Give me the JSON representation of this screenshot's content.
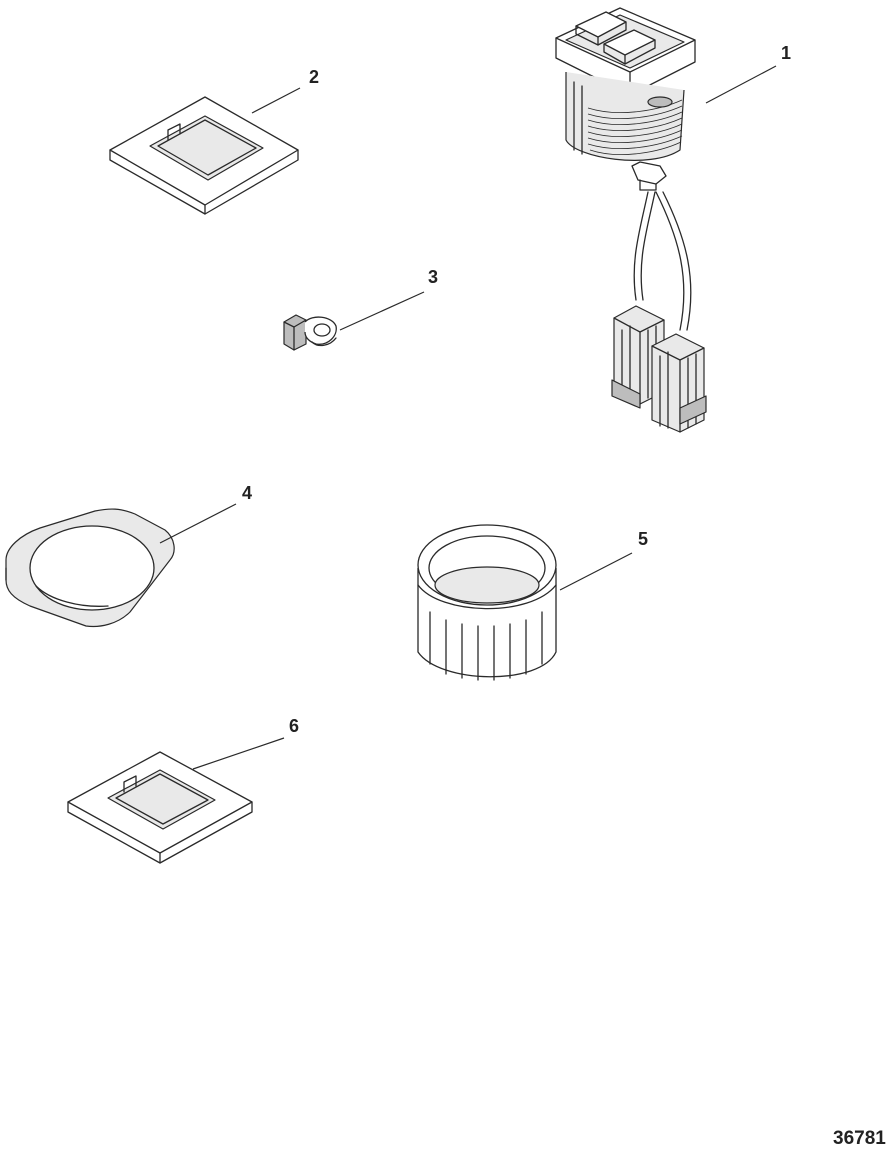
{
  "callouts": [
    {
      "id": "1",
      "label": "1",
      "part": "switch-assembly"
    },
    {
      "id": "2",
      "label": "2",
      "part": "bezel-rectangular"
    },
    {
      "id": "3",
      "label": "3",
      "part": "wire-clip"
    },
    {
      "id": "4",
      "label": "4",
      "part": "gasket-round"
    },
    {
      "id": "5",
      "label": "5",
      "part": "mounting-nut"
    },
    {
      "id": "6",
      "label": "6",
      "part": "bezel-rectangular-small"
    }
  ],
  "reference_number": "36781"
}
